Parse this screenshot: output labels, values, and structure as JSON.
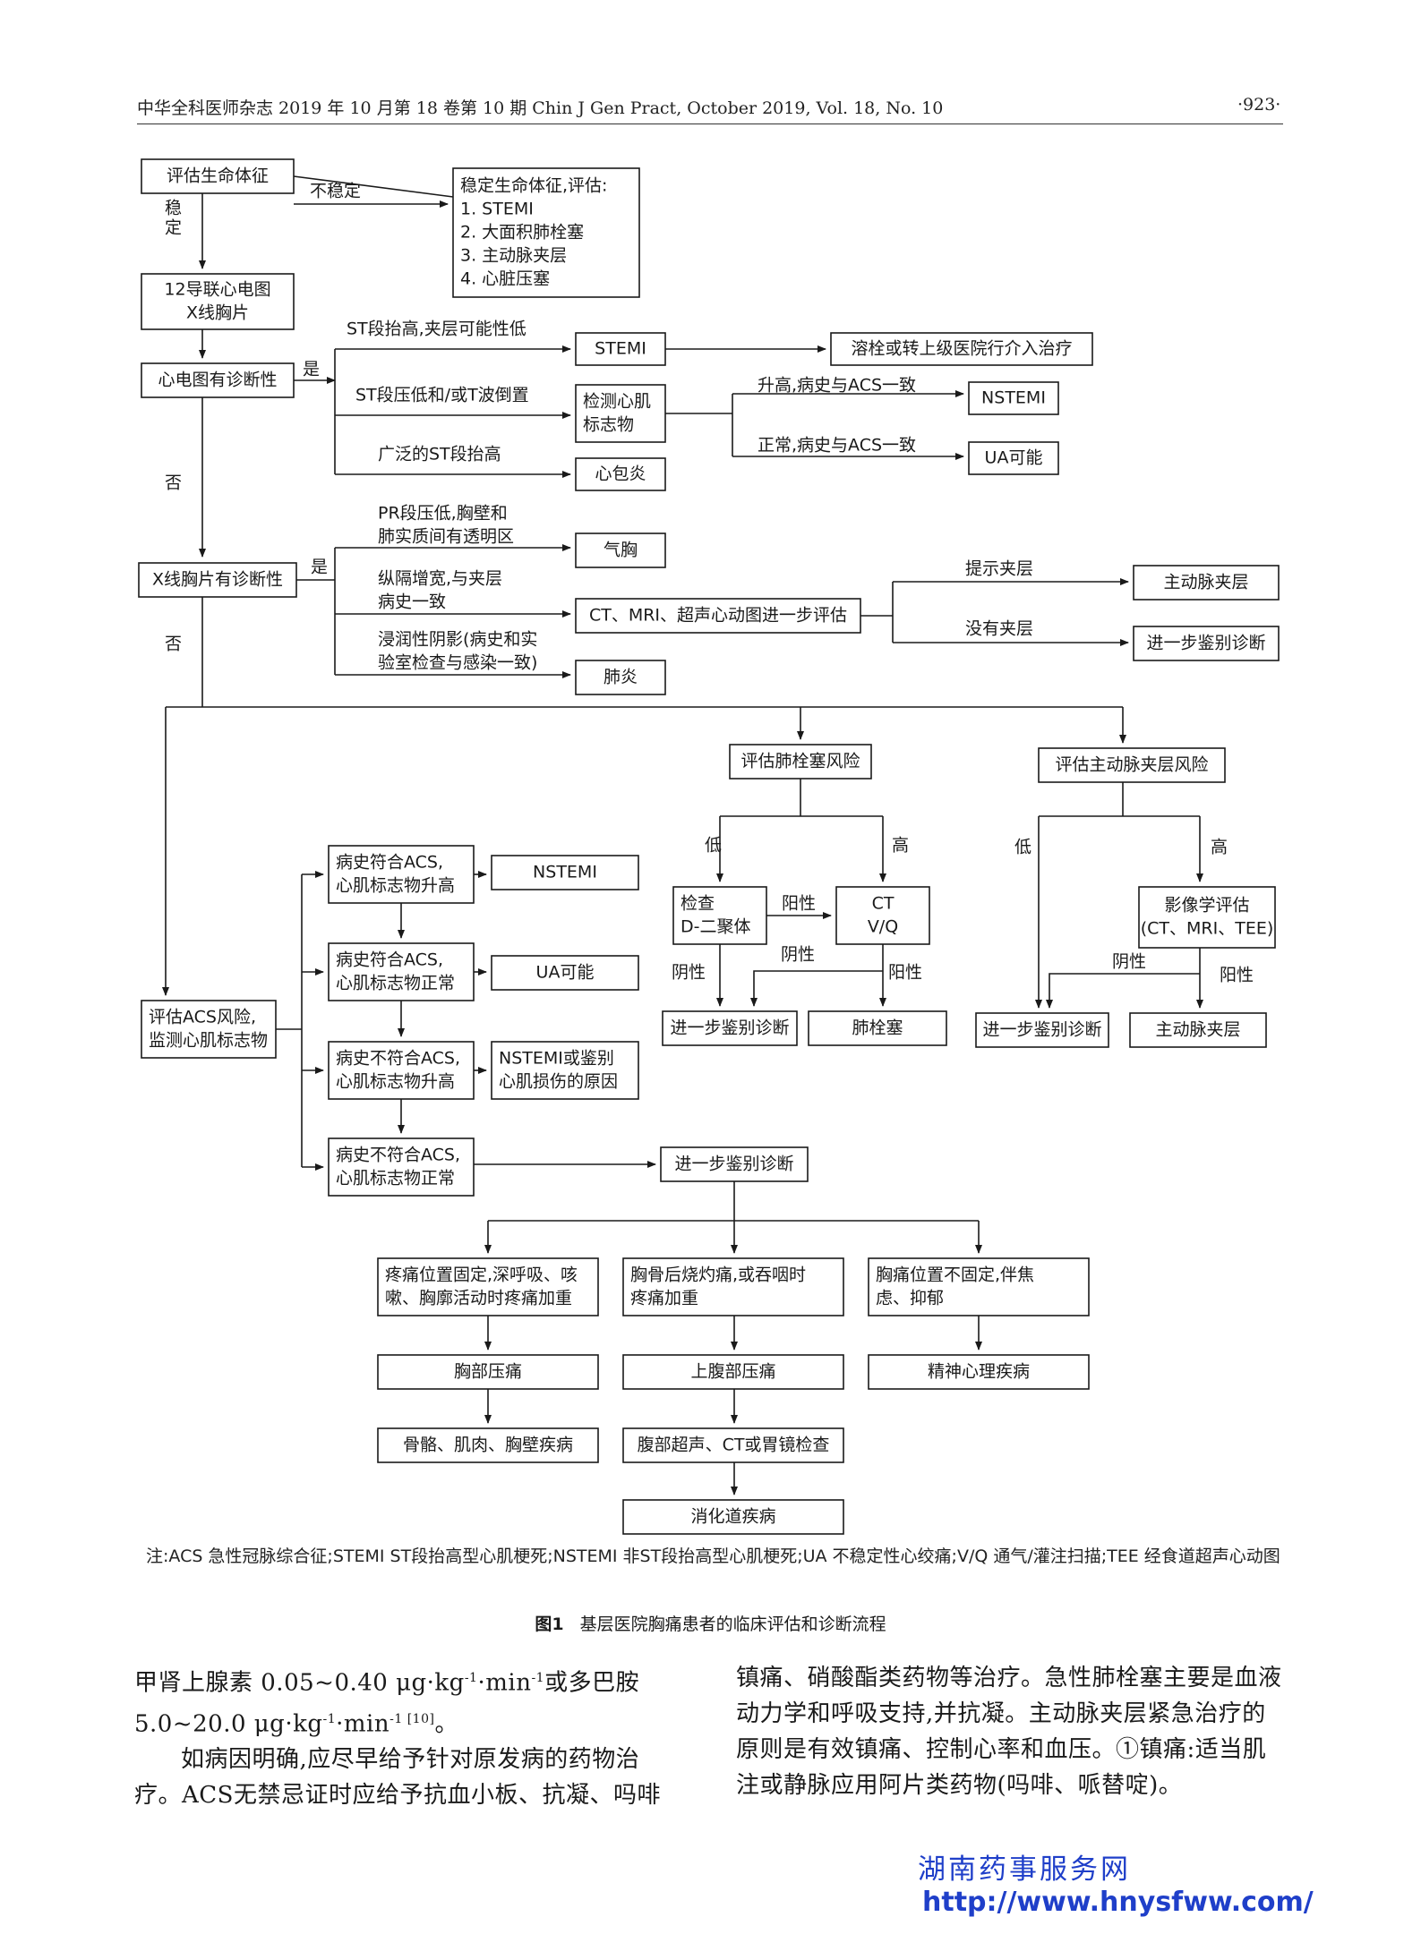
{
  "header": {
    "left": "中华全科医师杂志 2019 年 10 月第 18 卷第 10 期   Chin J Gen Pract, October 2019, Vol. 18, No. 10",
    "page": "·923·"
  },
  "flow": {
    "vital": "评估生命体征",
    "unstable": "不稳定",
    "stable": "稳定",
    "stabilize": [
      "稳定生命体征,评估:",
      "1. STEMI",
      "2. 大面积肺栓塞",
      "3. 主动脉夹层",
      "4. 心脏压塞"
    ],
    "ecg_xray": [
      "12导联心电图",
      "X线胸片"
    ],
    "ecg_dx": "心电图有诊断性",
    "yes": "是",
    "no": "否",
    "st_elev_label": "ST段抬高,夹层可能性低",
    "stemi": "STEMI",
    "lysis": "溶栓或转上级医院行介入治疗",
    "st_dep_label": "ST段压低和/或T波倒置",
    "marker_box": [
      "检测心肌",
      "标志物"
    ],
    "up_label": "升高,病史与ACS一致",
    "nstemi": "NSTEMI",
    "normal_label": "正常,病史与ACS一致",
    "ua": "UA可能",
    "wide_st_label": "广泛的ST段抬高",
    "pericarditis": "心包炎",
    "xray_dx": "X线胸片有诊断性",
    "pr_label": [
      "PR段压低,胸壁和",
      "肺实质间有透明区"
    ],
    "pneumothorax": "气胸",
    "medi_label": [
      "纵隔增宽,与夹层",
      "病史一致"
    ],
    "ct_eval": "CT、MRI、超声心动图进一步评估",
    "hint_dis_label": "提示夹层",
    "aortic_dissection": "主动脉夹层",
    "no_dis_label": "没有夹层",
    "further_dx": "进一步鉴别诊断",
    "infil_label": [
      "浸润性阴影(病史和实",
      "验室检查与感染一致)"
    ],
    "pneumonia": "肺炎",
    "pe_risk": "评估肺栓塞风险",
    "ad_risk": "评估主动脉夹层风险",
    "low": "低",
    "high": "高",
    "ddimer": [
      "检查",
      "D-二聚体"
    ],
    "positive": "阳性",
    "negative": "阴性",
    "ctvq": [
      "CT",
      "V/Q"
    ],
    "pe": "肺栓塞",
    "imaging": [
      "影像学评估",
      "(CT、MRI、TEE)"
    ],
    "acs_eval": [
      "评估ACS风险,",
      "监测心肌标志物"
    ],
    "c1": [
      "病史符合ACS,",
      "心肌标志物升高"
    ],
    "c2": [
      "病史符合ACS,",
      "心肌标志物正常"
    ],
    "c3": [
      "病史不符合ACS,",
      "心肌标志物升高"
    ],
    "c4": [
      "病史不符合ACS,",
      "心肌标志物正常"
    ],
    "r3": [
      "NSTEMI或鉴别",
      "心肌损伤的原因"
    ],
    "b1": [
      "疼痛位置固定,深呼吸、咳",
      "嗽、胸廓活动时疼痛加重"
    ],
    "b2": [
      "胸骨后烧灼痛,或吞咽时",
      "疼痛加重"
    ],
    "b3": [
      "胸痛位置不固定,伴焦",
      "虑、抑郁"
    ],
    "chest_tender": "胸部压痛",
    "epi_tender": "上腹部压痛",
    "psych": "精神心理疾病",
    "msk": "骨骼、肌肉、胸壁疾病",
    "abd_exam": "腹部超声、CT或胃镜检查",
    "gi": "消化道疾病"
  },
  "note": "注:ACS 急性冠脉综合征;STEMI ST段抬高型心肌梗死;NSTEMI 非ST段抬高型心肌梗死;UA 不稳定性心绞痛;V/Q 通气/灌注扫描;TEE 经食道超声心动图",
  "caption": {
    "num": "图1",
    "text": "基层医院胸痛患者的临床评估和诊断流程"
  },
  "body_left": {
    "l1a": "甲肾上腺素 0.05~0.40 μg·kg",
    "l1sup1": "-1",
    "l1b": "·min",
    "l1sup2": "-1",
    "l1c": "或多巴胺",
    "l2a": "5.0~20.0 μg·kg",
    "l2sup1": "-1",
    "l2b": "·min",
    "l2sup2": "-1 [10]",
    "l2c": "。",
    "p2": "如病因明确,应尽早给予针对原发病的药物治疗。ACS无禁忌证时应给予抗血小板、抗凝、吗啡"
  },
  "body_right": "镇痛、硝酸酯类药物等治疗。急性肺栓塞主要是血液动力学和呼吸支持,并抗凝。主动脉夹层紧急治疗的原则是有效镇痛、控制心率和血压。①镇痛:适当肌注或静脉应用阿片类药物(吗啡、哌替啶)。",
  "watermark": {
    "name": "湖南药事服务网",
    "url": "http://www.hnysfww.com/"
  }
}
